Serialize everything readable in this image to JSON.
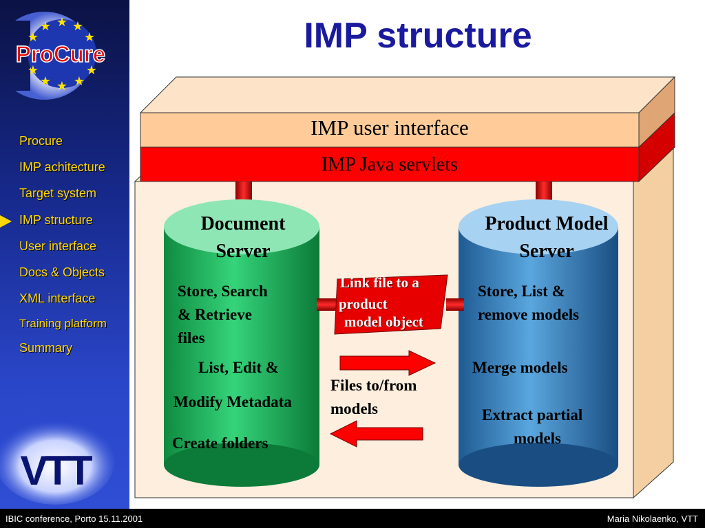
{
  "slide": {
    "title": "IMP structure"
  },
  "sidebar": {
    "logo_text": "ProCure",
    "vtt_logo": "VTT",
    "items": [
      {
        "label": "Procure"
      },
      {
        "label": "IMP achitecture"
      },
      {
        "label": "Target system"
      },
      {
        "label": "IMP structure",
        "current": true
      },
      {
        "label": "User interface"
      },
      {
        "label": "Docs & Objects"
      },
      {
        "label": "XML interface"
      },
      {
        "label": "Training platform"
      },
      {
        "label": "Summary"
      }
    ]
  },
  "diagram": {
    "top_layer": "IMP user interface",
    "servlet_layer": "IMP Java servlets",
    "document_server": {
      "title_line1": "Document",
      "title_line2": "Server",
      "functions": [
        "Store, Search",
        "& Retrieve",
        "files",
        "List, Edit &",
        "Modify Metadata",
        "Create folders"
      ]
    },
    "product_server": {
      "title_line1": "Product Model",
      "title_line2": "Server",
      "functions": [
        "Store, List &",
        "remove models",
        "Merge models",
        "Extract partial",
        "models"
      ]
    },
    "link_label": [
      "Link file to a",
      "product",
      "model object"
    ],
    "transfer_label": [
      "Files to/from",
      "models"
    ]
  },
  "footer": {
    "left": "IBIC conference, Porto 15.11.2001",
    "right": "Maria Nikolaenko, VTT"
  },
  "colors": {
    "accent_red": "#ff0000",
    "layer_peach": "#ffcc99",
    "cylinder_green": "#22c266",
    "cylinder_blue": "#3a8cc6",
    "nav_text": "#ffd700",
    "title_blue": "#1a1a9e"
  }
}
